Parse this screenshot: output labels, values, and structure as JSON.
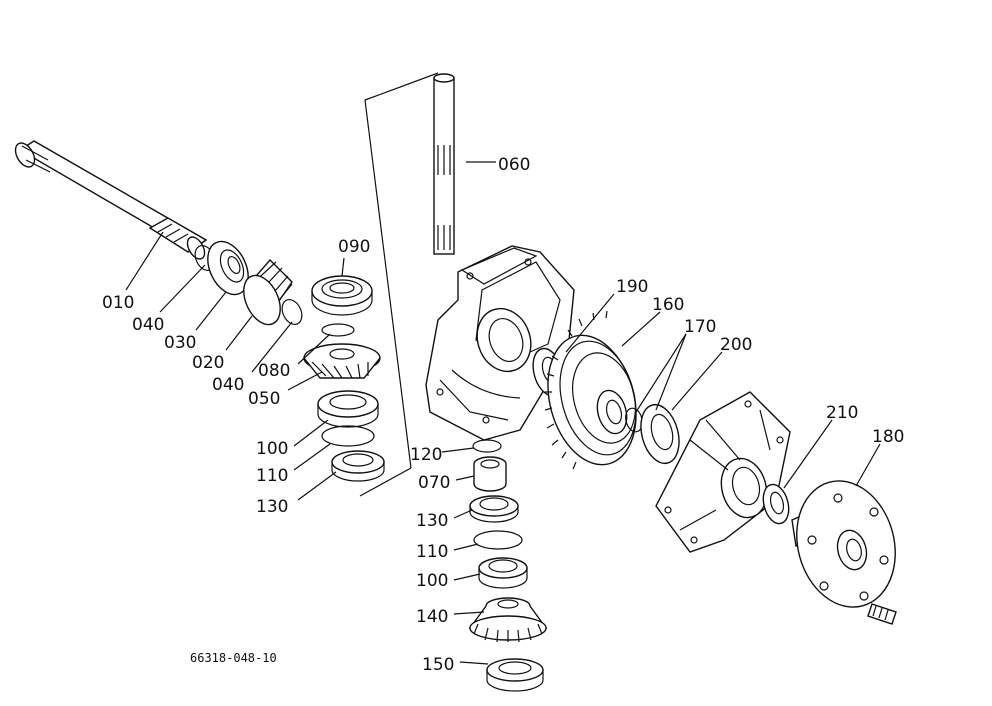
{
  "labels": {
    "p010": "010",
    "p040a": "040",
    "p030": "030",
    "p020": "020",
    "p040b": "040",
    "p080": "080",
    "p050": "050",
    "p090": "090",
    "p100a": "100",
    "p110a": "110",
    "p130a": "130",
    "p060": "060",
    "p120": "120",
    "p070": "070",
    "p130b": "130",
    "p110b": "110",
    "p100b": "100",
    "p140": "140",
    "p150": "150",
    "p190": "190",
    "p160": "160",
    "p170": "170",
    "p200": "200",
    "p210": "210",
    "p180": "180"
  },
  "drawing_code": "66318-048-10",
  "colors": {
    "ink": "#111111",
    "paper": "#ffffff"
  }
}
